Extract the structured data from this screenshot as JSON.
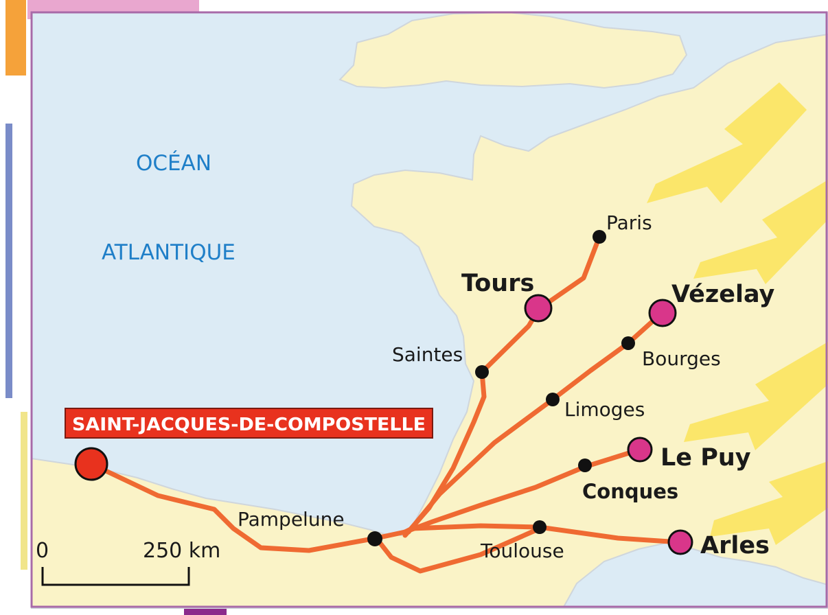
{
  "ocean": {
    "line1": "OCÉAN",
    "line2": "ATLANTIQUE"
  },
  "destination": {
    "name": "SAINT-JACQUES-DE-COMPOSTELLE"
  },
  "departures": [
    {
      "id": "tours",
      "name": "Tours"
    },
    {
      "id": "vezelay",
      "name": "Vézelay"
    },
    {
      "id": "lepuy",
      "name": "Le Puy"
    },
    {
      "id": "arles",
      "name": "Arles"
    }
  ],
  "stages": [
    {
      "id": "paris",
      "name": "Paris"
    },
    {
      "id": "saintes",
      "name": "Saintes"
    },
    {
      "id": "bourges",
      "name": "Bourges"
    },
    {
      "id": "limoges",
      "name": "Limoges"
    },
    {
      "id": "conques",
      "name": "Conques"
    },
    {
      "id": "pampelune",
      "name": "Pampelune"
    },
    {
      "id": "toulouse",
      "name": "Toulouse"
    }
  ],
  "scale": {
    "zero": "0",
    "distance": "250 km"
  },
  "colors": {
    "sea": "#dcebf5",
    "land": "#faf3c7",
    "route": "#ef6a32",
    "departure_marker": "#d9368a",
    "destination_marker": "#e8321e",
    "arrow": "#fbe66a",
    "label_box": "#e8321e"
  }
}
